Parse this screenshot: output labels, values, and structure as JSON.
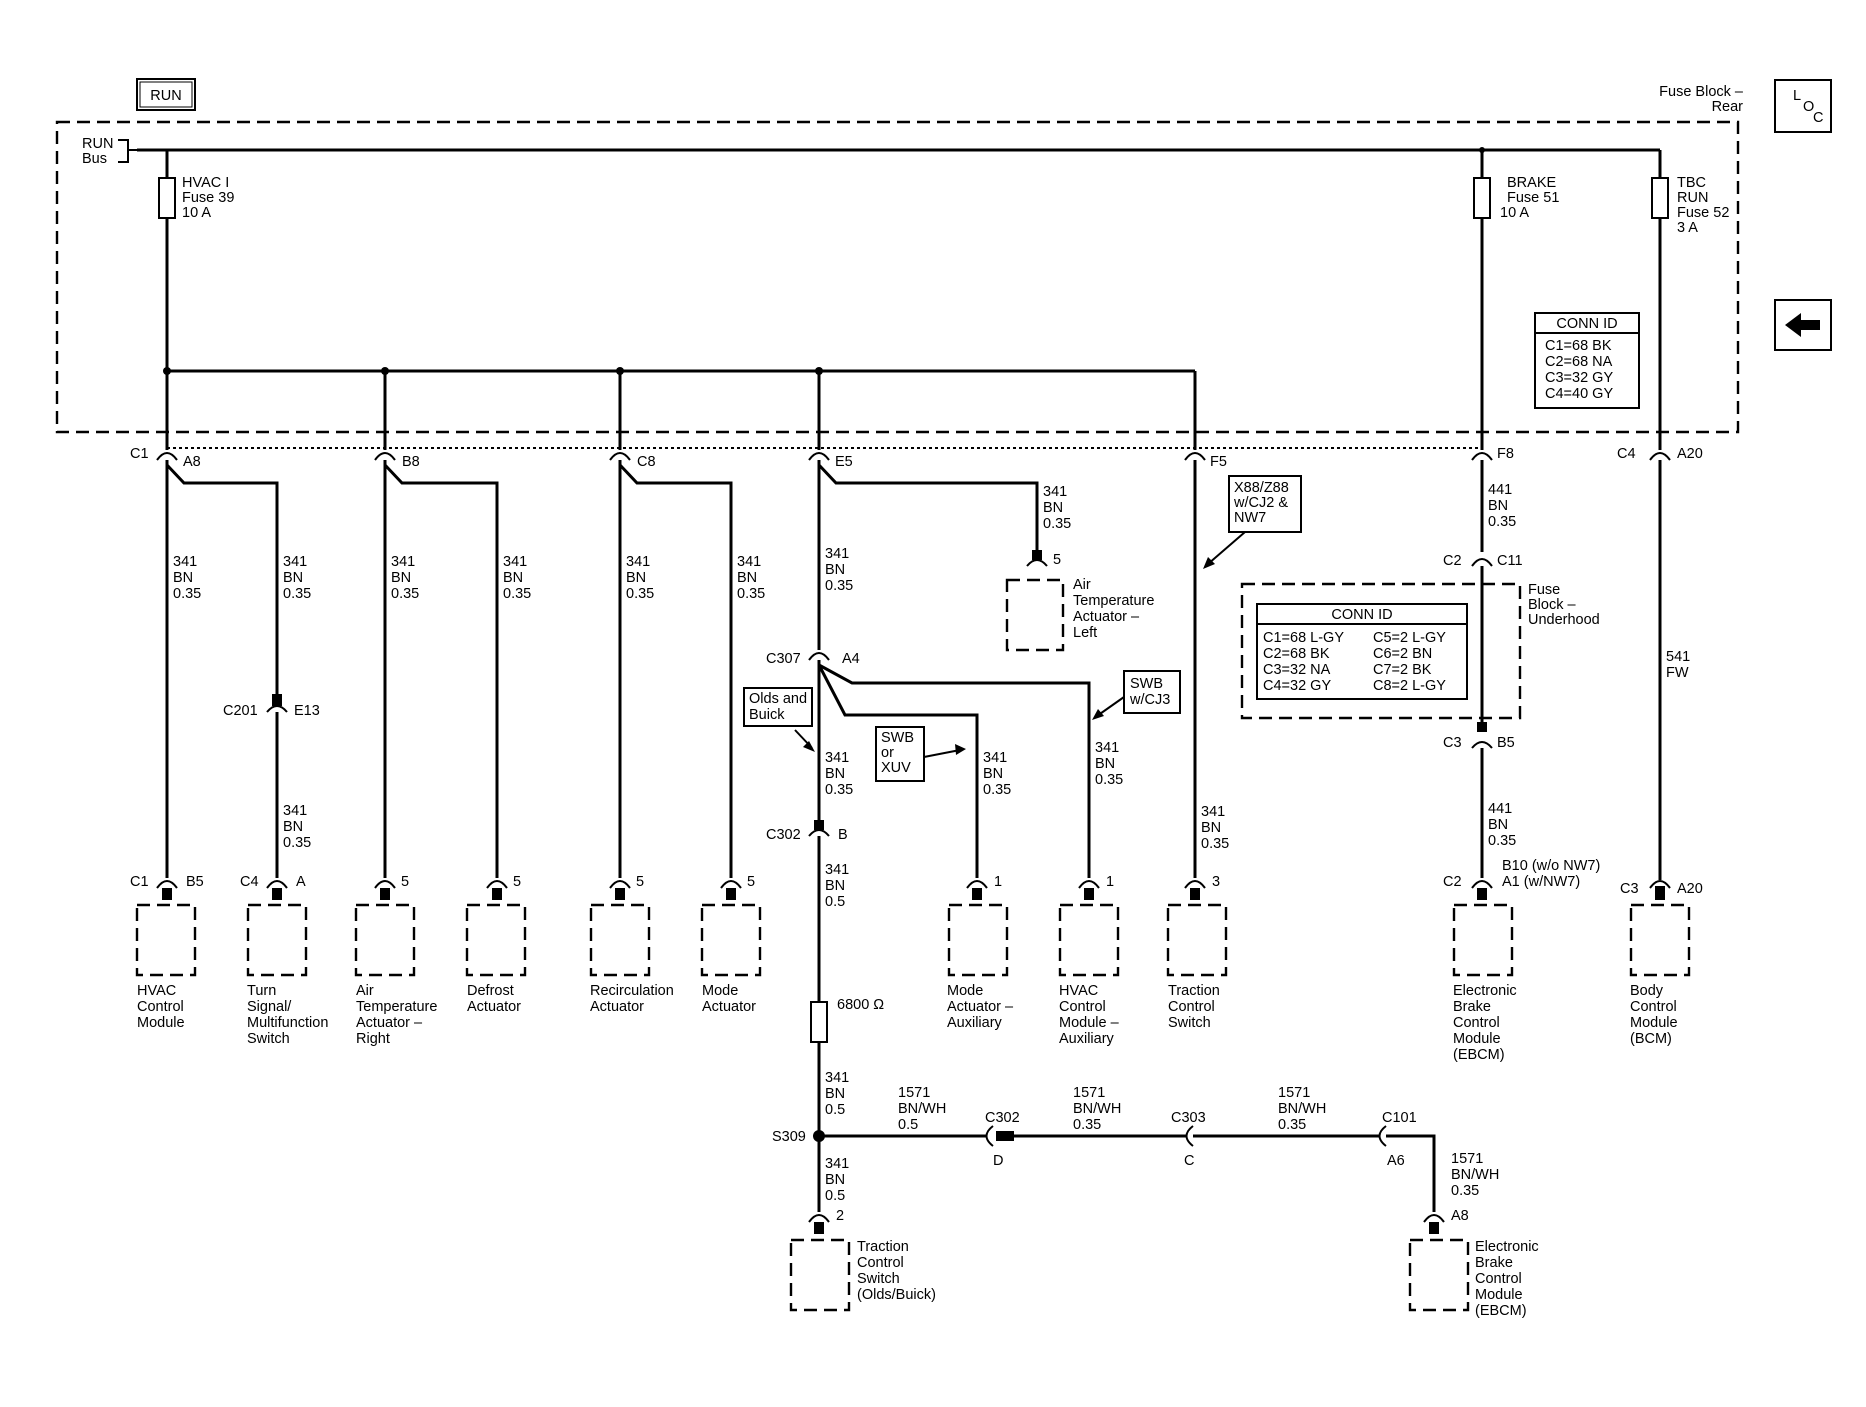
{
  "run_label": "RUN",
  "fuse_block_rear": [
    "Fuse Block –",
    "Rear"
  ],
  "loc_label": "LOC",
  "run_bus": [
    "RUN",
    "Bus"
  ],
  "fuses": {
    "hvac": [
      "HVAC I",
      "Fuse 39",
      "10 A"
    ],
    "brake": [
      "BRAKE",
      "Fuse 51",
      "10 A"
    ],
    "tbc": [
      "TBC",
      "RUN",
      "Fuse 52",
      "3 A"
    ]
  },
  "conn_id_rear": {
    "title": "CONN ID",
    "rows": [
      "C1=68 BK",
      "C2=68 NA",
      "C3=32 GY",
      "C4=40 GY"
    ]
  },
  "conn_id_underhood": {
    "title": "CONN ID",
    "left": [
      "C1=68 L-GY",
      "C2=68 BK",
      "C3=32 NA",
      "C4=32 GY"
    ],
    "right": [
      "C5=2 L-GY",
      "C6=2 BN",
      "C7=2 BK",
      "C8=2 L-GY"
    ]
  },
  "fuse_block_underhood": [
    "Fuse",
    "Block –",
    "Underhood"
  ],
  "top_connectors": {
    "c1": "C1",
    "a8": "A8",
    "b8": "B8",
    "c8": "C8",
    "e5": "E5",
    "f5": "F5",
    "f8": "F8",
    "c4": "C4",
    "a20": "A20"
  },
  "wire_341": [
    "341",
    "BN",
    "0.35"
  ],
  "wire_341_05": [
    "341",
    "BN",
    "0.5"
  ],
  "wire_441": [
    "441",
    "BN",
    "0.35"
  ],
  "wire_541": [
    "541",
    "FW"
  ],
  "wire_1571_05": [
    "1571",
    "BN/WH",
    "0.5"
  ],
  "wire_1571_035": [
    "1571",
    "BN/WH",
    "0.35"
  ],
  "c201": {
    "name": "C201",
    "pin": "E13"
  },
  "c307": {
    "name": "C307",
    "pin": "A4"
  },
  "c302_b": {
    "name": "C302",
    "pin": "B"
  },
  "c2_c11": {
    "name": "C2",
    "pin": "C11"
  },
  "c3_b5": {
    "name": "C3",
    "pin": "B5"
  },
  "resistor": "6800 Ω",
  "splice": "S309",
  "inline": {
    "c302": {
      "name": "C302",
      "pin": "D"
    },
    "c303": {
      "name": "C303",
      "pin": "C"
    },
    "c101": {
      "name": "C101",
      "pin": "A6"
    }
  },
  "notes": {
    "olds_buick": [
      "Olds and",
      "Buick"
    ],
    "swb_xuv": [
      "SWB",
      "or",
      "XUV"
    ],
    "swb_cj3": [
      "SWB",
      "w/CJ3"
    ],
    "x88": [
      "X88/Z88",
      "w/CJ2 &",
      "NW7"
    ]
  },
  "components": {
    "hvac": {
      "conn": "C1",
      "pin": "B5",
      "label": [
        "HVAC",
        "Control",
        "Module"
      ]
    },
    "turn": {
      "conn": "C4",
      "pin": "A",
      "label": [
        "Turn",
        "Signal/",
        "Multifunction",
        "Switch"
      ]
    },
    "air_right": {
      "pin": "5",
      "label": [
        "Air",
        "Temperature",
        "Actuator –",
        "Right"
      ]
    },
    "defrost": {
      "pin": "5",
      "label": [
        "Defrost",
        "Actuator"
      ]
    },
    "recirc": {
      "pin": "5",
      "label": [
        "Recirculation",
        "Actuator"
      ]
    },
    "mode": {
      "pin": "5",
      "label": [
        "Mode",
        "Actuator"
      ]
    },
    "air_left": {
      "pin": "5",
      "label": [
        "Air",
        "Temperature",
        "Actuator –",
        "Left"
      ]
    },
    "mode_aux": {
      "pin": "1",
      "label": [
        "Mode",
        "Actuator –",
        "Auxiliary"
      ]
    },
    "hvac_aux": {
      "pin": "1",
      "label": [
        "HVAC",
        "Control",
        "Module –",
        "Auxiliary"
      ]
    },
    "traction": {
      "pin": "3",
      "label": [
        "Traction",
        "Control",
        "Switch"
      ]
    },
    "ebcm": {
      "conn": "C2",
      "pin": [
        "B10 (w/o NW7)",
        "A1 (w/NW7)"
      ],
      "label": [
        "Electronic",
        "Brake",
        "Control",
        "Module",
        "(EBCM)"
      ]
    },
    "bcm": {
      "conn": "C3",
      "pin": "A20",
      "label": [
        "Body",
        "Control",
        "Module",
        "(BCM)"
      ]
    },
    "traction_ob": {
      "pin": "2",
      "label": [
        "Traction",
        "Control",
        "Switch",
        "(Olds/Buick)"
      ]
    },
    "ebcm2": {
      "pin": "A8",
      "label": [
        "Electronic",
        "Brake",
        "Control",
        "Module",
        "(EBCM)"
      ]
    }
  }
}
